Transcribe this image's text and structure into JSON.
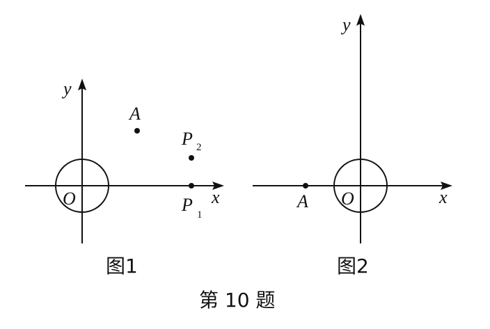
{
  "figure1": {
    "caption": "图1",
    "axis_x": "x",
    "axis_y": "y",
    "origin": "O",
    "point_a": "A",
    "point_p1_base": "P",
    "point_p1_sub": "1",
    "point_p2_base": "P",
    "point_p2_sub": "2"
  },
  "figure2": {
    "caption": "图2",
    "axis_x": "x",
    "axis_y": "y",
    "origin": "O",
    "point_a": "A"
  },
  "problem_label": "第 10 题"
}
